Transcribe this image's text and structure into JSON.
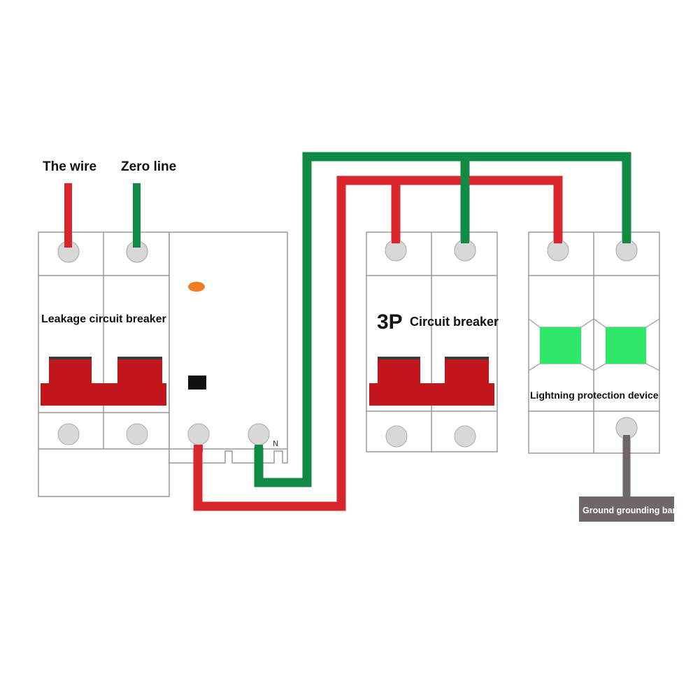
{
  "labels": {
    "phase_wire": "The wire",
    "neutral_wire": "Zero line",
    "leakage_breaker": "Leakage circuit breaker",
    "breaker_3p_prefix": "3P",
    "breaker_3p": "Circuit breaker",
    "lightning_device": "Lightning protection device",
    "ground_bar": "Ground grounding bar",
    "neutral_terminal": "N"
  },
  "colors": {
    "phase": "#d9262c",
    "neutral": "#108a45",
    "handle": "#c2161d",
    "indicator": "#2ee86a",
    "ground": "#6e6669",
    "test_button": "#f07d24",
    "outline": "#9a9a9a"
  }
}
